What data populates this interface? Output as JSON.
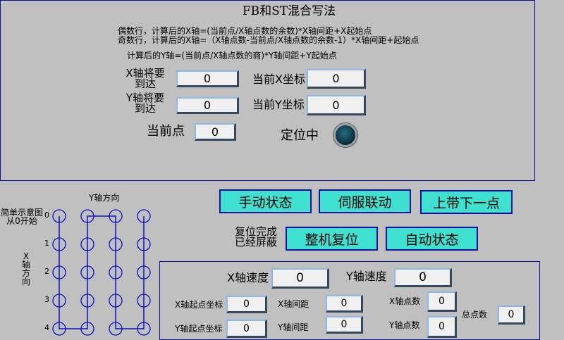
{
  "header": {
    "title": "FB和ST混合写法",
    "formula_even": "偶数行，计算后的X轴=(当前点/X轴点数的余数)*X轴间距+X起始点",
    "formula_odd": "奇数行，计算后的X轴=（X轴点数-当前点/X轴点数的余数-1）*X轴间距+起始点",
    "formula_y": "计算后的Y轴=(当前点/X轴点数的商)*Y轴间距+Y起始点"
  },
  "status": {
    "x_target_label_1": "X轴将要",
    "x_target_label_2": "到达",
    "x_target_value": "0",
    "y_target_label_1": "Y轴将要",
    "y_target_label_2": "到达",
    "y_target_value": "0",
    "cur_x_label": "当前X坐标",
    "cur_x_value": "0",
    "cur_y_label": "当前Y坐标",
    "cur_y_value": "0",
    "cur_point_label": "当前点",
    "cur_point_value": "0",
    "positioning_label": "定位中",
    "positioning_on": false
  },
  "diagram": {
    "title_1": "简单示意图",
    "title_2": "从0开始",
    "y_dir": "Y轴方向",
    "x_dir": [
      "X",
      "轴",
      "方",
      "向"
    ],
    "rows": [
      "0",
      "1",
      "2",
      "3",
      "4"
    ],
    "columns": 4
  },
  "buttons": {
    "manual": "手动状态",
    "servo": "伺服联动",
    "next_point": "上带下一点",
    "reset": "整机复位",
    "auto": "自动状态"
  },
  "reset_note_1": "复位完成",
  "reset_note_2": "已经屏蔽",
  "params": {
    "x_speed_label": "X轴速度",
    "x_speed": "0",
    "y_speed_label": "Y轴速度",
    "y_speed": "0",
    "x_start_label": "X轴起点坐标",
    "x_start": "0",
    "y_start_label": "Y轴起点坐标",
    "y_start": "0",
    "x_pitch_label": "X轴间距",
    "x_pitch": "0",
    "y_pitch_label": "Y轴间距",
    "y_pitch": "0",
    "x_count_label": "X轴点数",
    "x_count": "0",
    "y_count_label": "Y轴点数",
    "y_count": "0",
    "total_label": "总点数",
    "total": "0"
  }
}
